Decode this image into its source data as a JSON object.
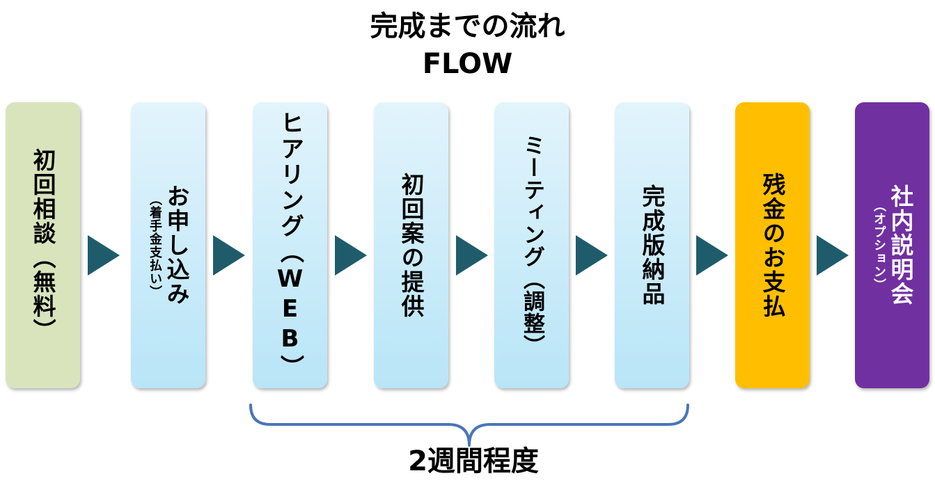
{
  "title": {
    "main": "完成までの流れ",
    "sub": "FLOW"
  },
  "steps": [
    {
      "label": "初回相談（無料）",
      "note": "",
      "color": "#d9e4bd"
    },
    {
      "label": "お申し込み",
      "note": "（着手金支払い）",
      "color": "#b8e5f7"
    },
    {
      "label": "ヒアリング（WEB）",
      "note": "",
      "color": "#b8e5f7"
    },
    {
      "label": "初回案の提供",
      "note": "",
      "color": "#b8e5f7"
    },
    {
      "label": "ミーティング（調整）",
      "note": "",
      "color": "#b8e5f7"
    },
    {
      "label": "完成版納品",
      "note": "",
      "color": "#b8e5f7"
    },
    {
      "label": "残金のお支払",
      "note": "",
      "color": "#ffbf00"
    },
    {
      "label": "社内説明会",
      "note": "（オプション）",
      "color": "#7030a0"
    }
  ],
  "arrow_color": "#1f5c6b",
  "brace_color": "#4a76b5",
  "duration": "2週間程度"
}
